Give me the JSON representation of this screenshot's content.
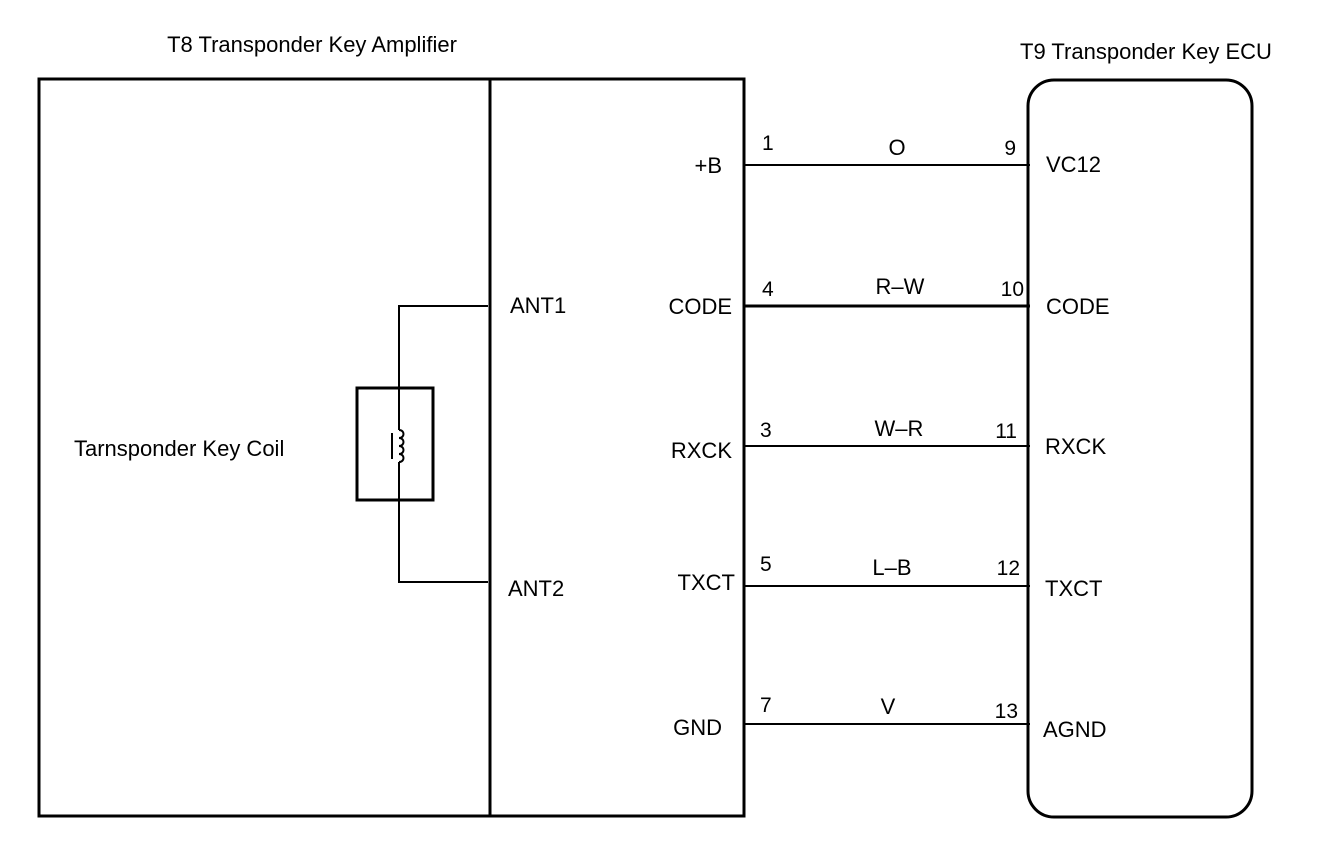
{
  "amplifier": {
    "title": "T8 Transponder Key Amplifier",
    "coil_label": "Tarnsponder Key Coil",
    "antenna_terminals": [
      "ANT1",
      "ANT2"
    ]
  },
  "ecu": {
    "title": "T9 Transponder Key ECU"
  },
  "connections": [
    {
      "amp_terminal": "+B",
      "amp_pin": "1",
      "wire_color": "O",
      "ecu_pin": "9",
      "ecu_terminal": "VC12"
    },
    {
      "amp_terminal": "CODE",
      "amp_pin": "4",
      "wire_color": "R–W",
      "ecu_pin": "10",
      "ecu_terminal": "CODE"
    },
    {
      "amp_terminal": "RXCK",
      "amp_pin": "3",
      "wire_color": "W–R",
      "ecu_pin": "11",
      "ecu_terminal": "RXCK"
    },
    {
      "amp_terminal": "TXCT",
      "amp_pin": "5",
      "wire_color": "L–B",
      "ecu_pin": "12",
      "ecu_terminal": "TXCT"
    },
    {
      "amp_terminal": "GND",
      "amp_pin": "7",
      "wire_color": "V",
      "ecu_pin": "13",
      "ecu_terminal": "AGND"
    }
  ]
}
